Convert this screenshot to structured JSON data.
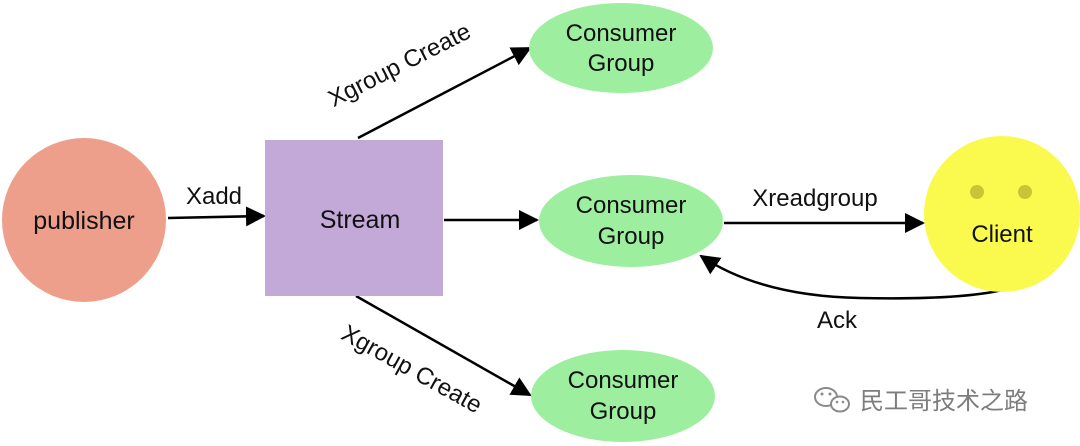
{
  "nodes": {
    "publisher": {
      "label": "publisher",
      "color": "#ee9f8b"
    },
    "stream": {
      "label": "Stream",
      "color": "#c3a9d8"
    },
    "consumer_top": {
      "line1": "Consumer",
      "line2": "Group",
      "color": "#9def9f"
    },
    "consumer_mid": {
      "line1": "Consumer",
      "line2": "Group",
      "color": "#9def9f"
    },
    "consumer_bottom": {
      "line1": "Consumer",
      "line2": "Group",
      "color": "#9def9f"
    },
    "client": {
      "label": "Client",
      "color": "#fafa4e",
      "eye_color": "#c9c437"
    }
  },
  "edges": {
    "xadd": "Xadd",
    "xgroup_create_top": "Xgroup Create",
    "xgroup_create_bottom": "Xgroup Create",
    "xreadgroup": "Xreadgroup",
    "ack": "Ack"
  },
  "watermark": {
    "text": "民工哥技术之路",
    "icon": "wechat-icon"
  }
}
